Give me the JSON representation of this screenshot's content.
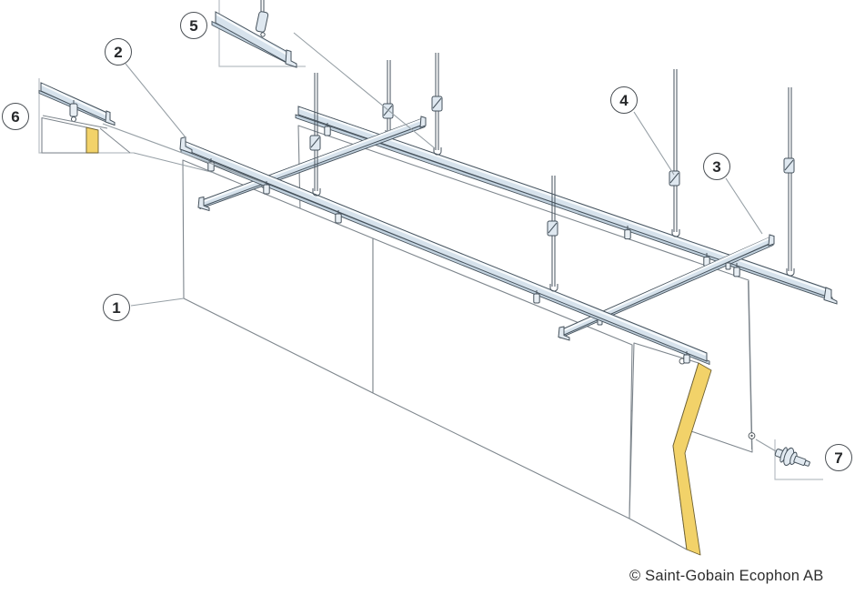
{
  "figure": {
    "callouts": [
      {
        "label": "1"
      },
      {
        "label": "2"
      },
      {
        "label": "3"
      },
      {
        "label": "4"
      },
      {
        "label": "5"
      },
      {
        "label": "6"
      },
      {
        "label": "7"
      }
    ],
    "copyright": "© Saint-Gobain Ecophon AB",
    "colors": {
      "rail_fill": "#d6e2ec",
      "rail_flange": "#c2d2df",
      "rail_outline": "#46525c",
      "panel_outline": "#7e868d",
      "edge_yellow": "#f2d269",
      "leader": "#97a0a6",
      "text": "#2e2e2e"
    }
  }
}
